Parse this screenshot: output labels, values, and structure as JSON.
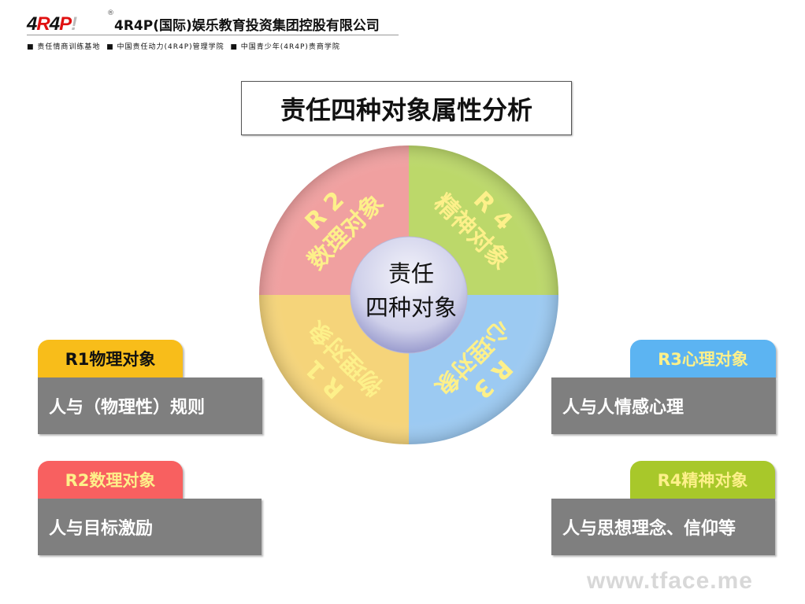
{
  "header": {
    "logo": "4R4P!",
    "registered": "®",
    "company": "4R4P(国际)娱乐教育投资集团控股有限公司",
    "subtitle": [
      "■ 责任情商训练基地",
      "■ 中国责任动力(4R4P)管理学院",
      "■ 中国青少年(4R4P)责商学院"
    ]
  },
  "title": "责任四种对象属性分析",
  "wheel": {
    "center_line1": "责任",
    "center_line2": "四种对象",
    "segments": [
      {
        "code": "R 2",
        "name": "数理对象",
        "color": "#f0a0a0"
      },
      {
        "code": "R 4",
        "name": "精神对象",
        "color": "#bcd86a"
      },
      {
        "code": "R 3",
        "name": "心理对象",
        "color": "#9ccaf2"
      },
      {
        "code": "R 1",
        "name": "物理对象",
        "color": "#f5d47a"
      }
    ]
  },
  "cards": [
    {
      "label": "R1物理对象",
      "desc": "人与（物理性）规则",
      "color": "#f8bd1a"
    },
    {
      "label": "R2数理对象",
      "desc": "人与目标激励",
      "color": "#f86060"
    },
    {
      "label": "R3心理对象",
      "desc": "人与人情感心理",
      "color": "#5cb4f2"
    },
    {
      "label": "R4精神对象",
      "desc": "人与思想理念、信仰等",
      "color": "#a8c82a"
    }
  ],
  "watermark": "www.tface.me"
}
